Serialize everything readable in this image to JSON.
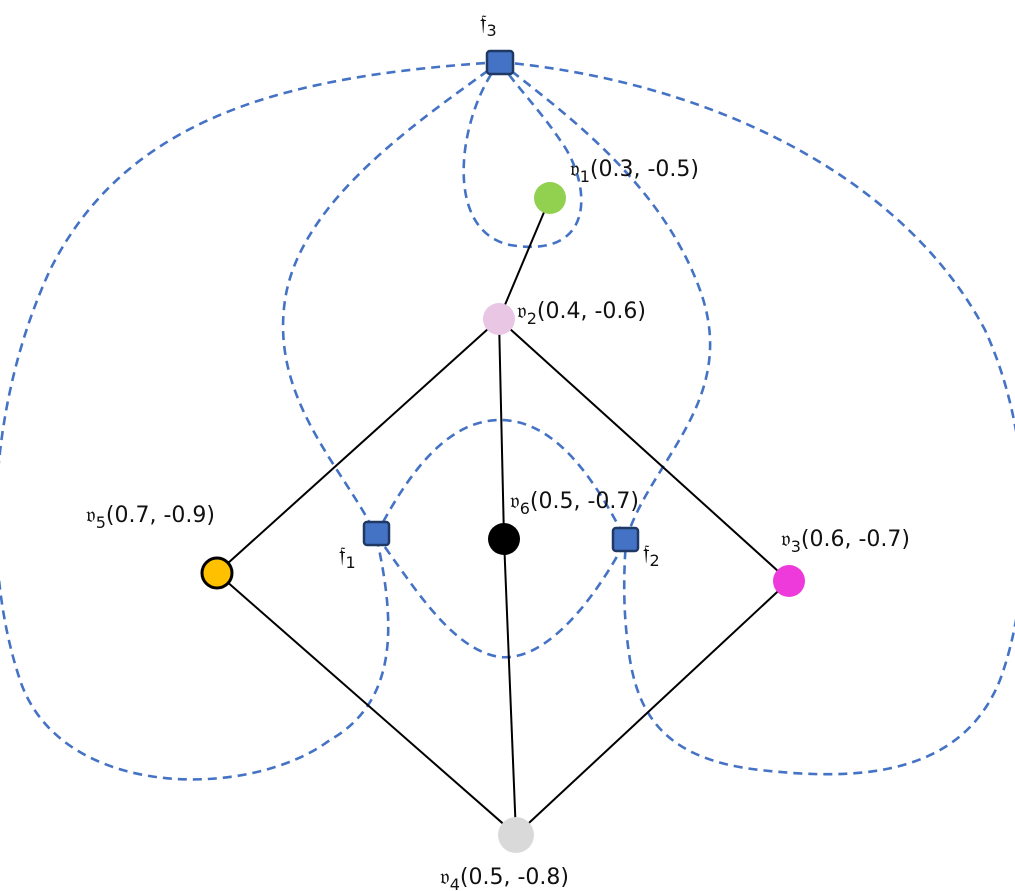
{
  "colors": {
    "dashed_curve": "#4472C4",
    "edge": "#000000",
    "square_fill": "#4472C4",
    "square_stroke": "#1F3864",
    "v1": "#92D050",
    "v2": "#E8C6E4",
    "v3": "#EE3ADB",
    "v4": "#D9D9D9",
    "v5": "#FFC000",
    "v6": "#000000"
  },
  "vertices": [
    {
      "id": "v1",
      "symbol": "𝔳",
      "index": "1",
      "coords": "(0.3, -0.5)",
      "color": "#92D050"
    },
    {
      "id": "v2",
      "symbol": "𝔳",
      "index": "2",
      "coords": "(0.4, -0.6)",
      "color": "#E8C6E4"
    },
    {
      "id": "v3",
      "symbol": "𝔳",
      "index": "3",
      "coords": "(0.6, -0.7)",
      "color": "#EE3ADB"
    },
    {
      "id": "v4",
      "symbol": "𝔳",
      "index": "4",
      "coords": "(0.5, -0.8)",
      "color": "#D9D9D9"
    },
    {
      "id": "v5",
      "symbol": "𝔳",
      "index": "5",
      "coords": "(0.7, -0.9)",
      "color": "#FFC000"
    },
    {
      "id": "v6",
      "symbol": "𝔳",
      "index": "6",
      "coords": "(0.5, -0.7)",
      "color": "#000000"
    }
  ],
  "faces": [
    {
      "id": "f1",
      "symbol": "𝔣",
      "index": "1"
    },
    {
      "id": "f2",
      "symbol": "𝔣",
      "index": "2"
    },
    {
      "id": "f3",
      "symbol": "𝔣",
      "index": "3"
    }
  ]
}
